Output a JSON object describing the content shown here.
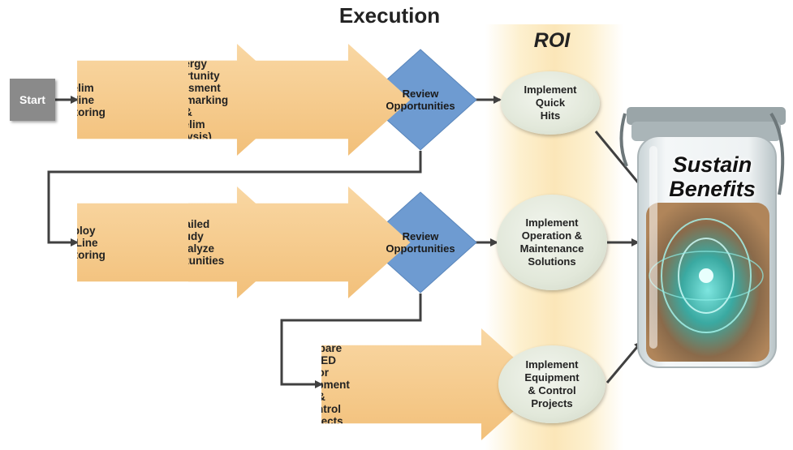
{
  "title": "Execution",
  "roi_label": "ROI",
  "start_label": "Start",
  "steps": {
    "prelim_online": "Prelim\nOnline\nMonitoring",
    "energy_assessment": "Energy Opportunity\nAssessment\n(Benchmarking &\nPrelim analysis)",
    "deploy_online": "Deploy\nOn-Line\nMonitoring",
    "detailed_study": "Detailed Study\n& Analyze\nOpportunities",
    "prepare_feed": "Prepare FEED\nfor Equipment &\nControl Projects"
  },
  "decisions": {
    "review_1": "Review\nOpportunities",
    "review_2": "Review\nOpportunities"
  },
  "outcomes": {
    "quick_hits": "Implement\nQuick\nHits",
    "operation_maintenance": "Implement\nOperation &\nMaintenance\nSolutions",
    "equipment_control": "Implement\nEquipment\n& Control\nProjects"
  },
  "goal": "Sustain\nBenefits",
  "colors": {
    "step_fill": "#f5c98b",
    "decision_fill": "#6e9bd1",
    "outcome_fill": "#e3e9dc",
    "start_fill": "#8a8a8a",
    "roi_band": "#fbe6b8",
    "connector": "#404040"
  }
}
